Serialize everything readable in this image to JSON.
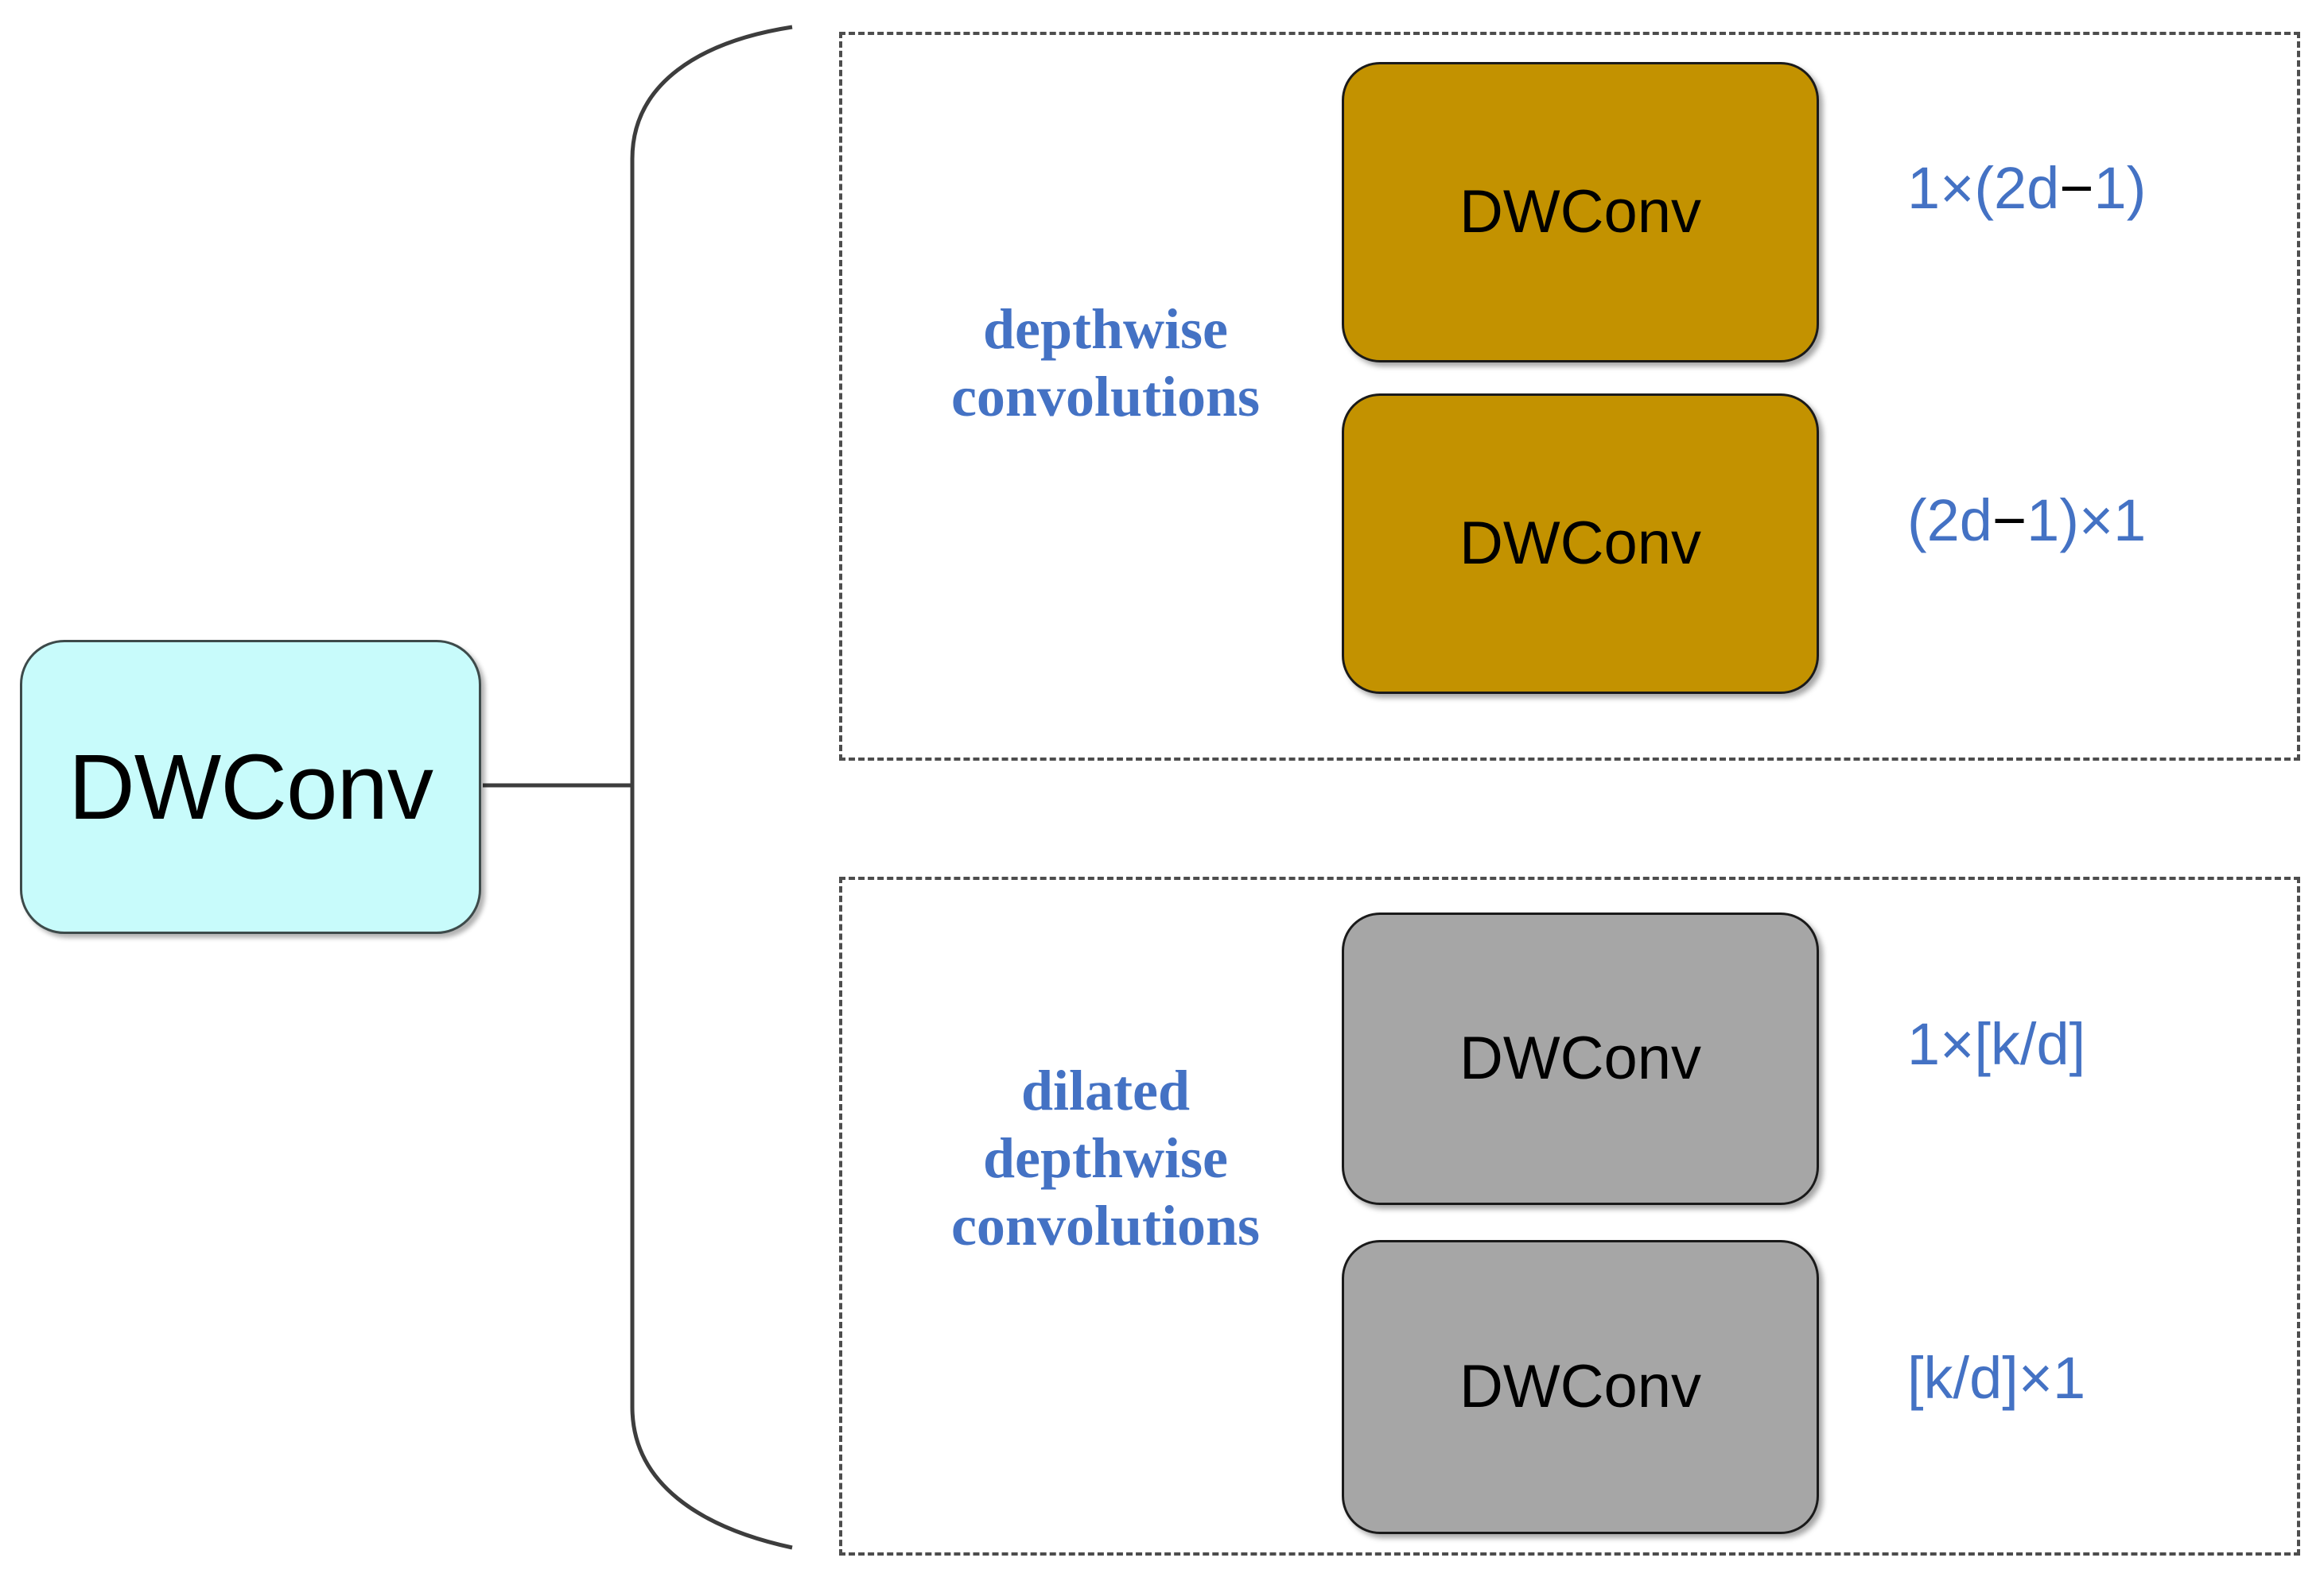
{
  "diagram": {
    "root": {
      "label": "DWConv",
      "fill": "#C8FBFB"
    },
    "branches": [
      {
        "id": "depthwise",
        "caption_lines": [
          "depthwise",
          "convolutions"
        ],
        "block_fill": "#C39200",
        "blocks": [
          {
            "label": "DWConv",
            "kernel_prefix": "1×(2d",
            "kernel_minus": "−",
            "kernel_suffix": "1)"
          },
          {
            "label": "DWConv",
            "kernel_prefix": "(2d",
            "kernel_minus": "−",
            "kernel_suffix": "1)×1"
          }
        ]
      },
      {
        "id": "dilated",
        "caption_lines": [
          "dilated",
          "depthwise",
          "convolutions"
        ],
        "block_fill": "#A6A6A6",
        "blocks": [
          {
            "label": "DWConv",
            "kernel_prefix": "1×[k/d]",
            "kernel_minus": "",
            "kernel_suffix": ""
          },
          {
            "label": "DWConv",
            "kernel_prefix": "[k/d]×1",
            "kernel_minus": "",
            "kernel_suffix": ""
          }
        ]
      }
    ],
    "colors": {
      "accent_text": "#4472C4",
      "root_fill": "#C8FBFB",
      "depthwise_fill": "#C39200",
      "dilated_fill": "#A6A6A6",
      "outline": "#1a1a1a",
      "dashed_border": "#4d4d4d"
    }
  }
}
